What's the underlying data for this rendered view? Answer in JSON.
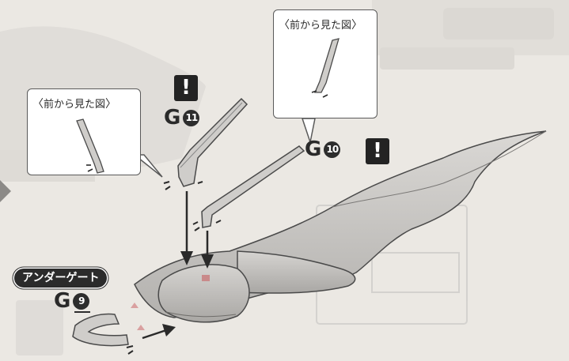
{
  "callouts": {
    "left": {
      "label_open": "〈",
      "label_text": "前から見た図",
      "label_close": "〉"
    },
    "right": {
      "label_open": "〈",
      "label_text": "前から見た図",
      "label_close": "〉"
    }
  },
  "parts": {
    "g11": {
      "letter": "G",
      "number": "11"
    },
    "g10": {
      "letter": "G",
      "number": "10"
    },
    "g9": {
      "letter": "G",
      "number": "9"
    }
  },
  "attention_marks": {
    "top": "!",
    "right": "!"
  },
  "under_gate_label": "アンダーゲート",
  "colors": {
    "part_fill": "#cbc9c6",
    "part_shadow": "#8f8d8a",
    "outline": "#4a4a4a",
    "arrow": "#2a2a2a",
    "callout_bg": "#ffffff",
    "background": "#ebe8e3",
    "attention_bg": "#232323",
    "marker_red": "#c98a8a"
  }
}
